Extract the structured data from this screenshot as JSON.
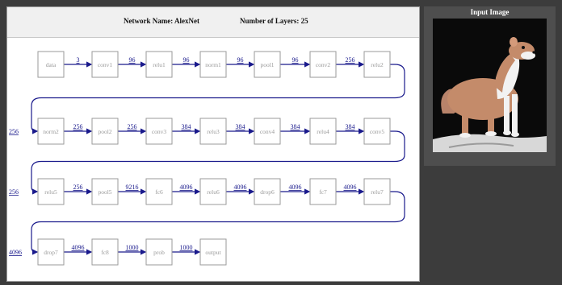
{
  "header": {
    "network_name": "Network Name: AlexNet",
    "layer_count": "Number of Layers: 25"
  },
  "side_panel": {
    "title": "Input Image",
    "image_subject": "stoat-on-log"
  },
  "colors": {
    "edge": "#1a1a8c",
    "node_border": "#9a9a9a",
    "node_text": "#9a9a9a",
    "panel_bg": "#3c3c3c"
  },
  "graph": {
    "nodes": [
      "data",
      "conv1",
      "relu1",
      "norm1",
      "pool1",
      "conv2",
      "relu2",
      "norm2",
      "pool2",
      "conv3",
      "relu3",
      "conv4",
      "relu4",
      "conv5",
      "relu5",
      "pool5",
      "fc6",
      "relu6",
      "drop6",
      "fc7",
      "relu7",
      "drop7",
      "fc8",
      "prob",
      "output"
    ],
    "edges": [
      "3",
      "96",
      "96",
      "96",
      "96",
      "256",
      "256",
      "256",
      "256",
      "384",
      "384",
      "384",
      "384",
      "256",
      "256",
      "9216",
      "4096",
      "4096",
      "4096",
      "4096",
      "4096",
      "4096",
      "1000",
      "1000"
    ],
    "per_row": 7
  }
}
